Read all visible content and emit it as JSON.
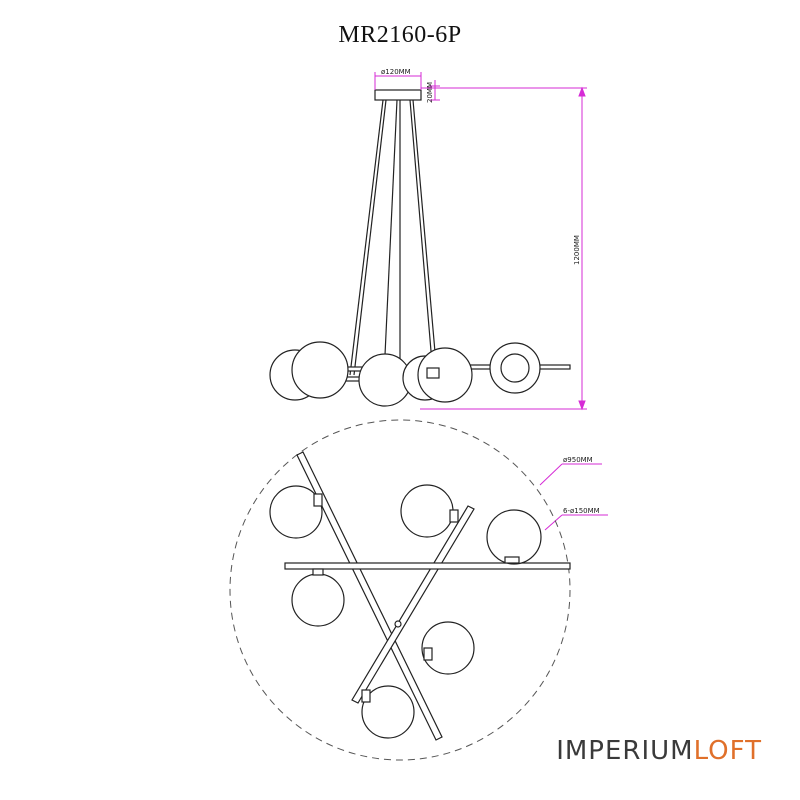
{
  "title": "MR2160-6P",
  "dimensions": {
    "canopy_diameter": "ø120MM",
    "canopy_height": "20MM",
    "overall_height": "1200MM",
    "fixture_diameter": "ø950MM",
    "shade_spec": "6-ø150MM"
  },
  "colors": {
    "dimension_line": "#d62bd6",
    "outline": "#222222",
    "dashed_circle": "#555555",
    "logo_primary": "#3a3a3a",
    "logo_accent": "#e0702a"
  },
  "logo": {
    "part1": "IMPERIUM",
    "part2": "LOFT"
  }
}
